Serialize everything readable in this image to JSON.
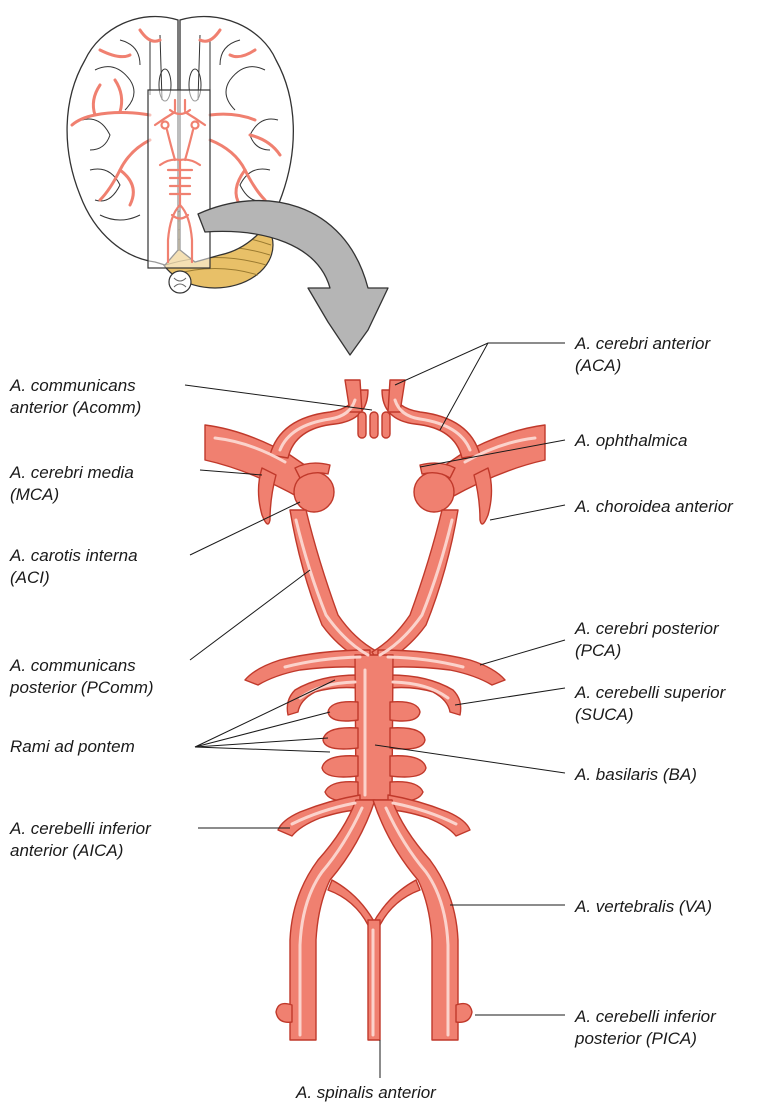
{
  "labels": {
    "aca": [
      "A. cerebri anterior",
      "(ACA)"
    ],
    "acomm": [
      "A. communicans",
      "anterior (Acomm)"
    ],
    "ophth": [
      "A. ophthalmica"
    ],
    "mca": [
      "A. cerebri media",
      "(MCA)"
    ],
    "achor": [
      "A. choroidea anterior"
    ],
    "aci": [
      "A. carotis interna",
      "(ACI)"
    ],
    "pca": [
      "A. cerebri posterior",
      "(PCA)"
    ],
    "pcomm": [
      "A. communicans",
      "posterior (PComm)"
    ],
    "suca": [
      "A. cerebelli superior",
      "(SUCA)"
    ],
    "pons": [
      "Rami ad pontem"
    ],
    "ba": [
      "A. basilaris (BA)"
    ],
    "aica": [
      "A. cerebelli inferior",
      "anterior (AICA)"
    ],
    "va": [
      "A. vertebralis (VA)"
    ],
    "pica": [
      "A. cerebelli inferior",
      "posterior (PICA)"
    ],
    "spinal": [
      "A. spinalis anterior"
    ]
  },
  "colors": {
    "artery": "#f08070",
    "artery_outline": "#c0392b",
    "artery_highlight": "#fbd3cc",
    "cerebellum": "#e8c068",
    "arrow": "#b5b5b5",
    "brain_outline": "#333333"
  }
}
